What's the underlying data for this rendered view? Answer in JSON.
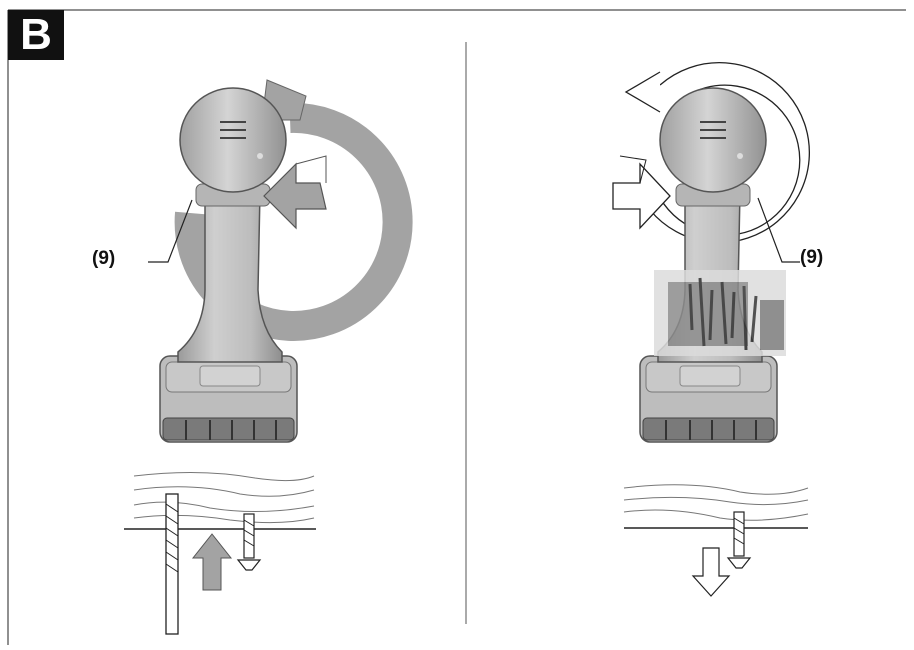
{
  "figure": {
    "badge_letter": "B",
    "panels": [
      {
        "side": "left",
        "callout": "(9)",
        "rotation": "clockwise",
        "shading": "gray"
      },
      {
        "side": "right",
        "callout": "(9)",
        "rotation": "counter-clockwise",
        "shading": "outline"
      }
    ],
    "colors": {
      "arrow_gray": "#a3a3a3",
      "body_gray": "#bdbdbd",
      "line": "#222222"
    }
  }
}
